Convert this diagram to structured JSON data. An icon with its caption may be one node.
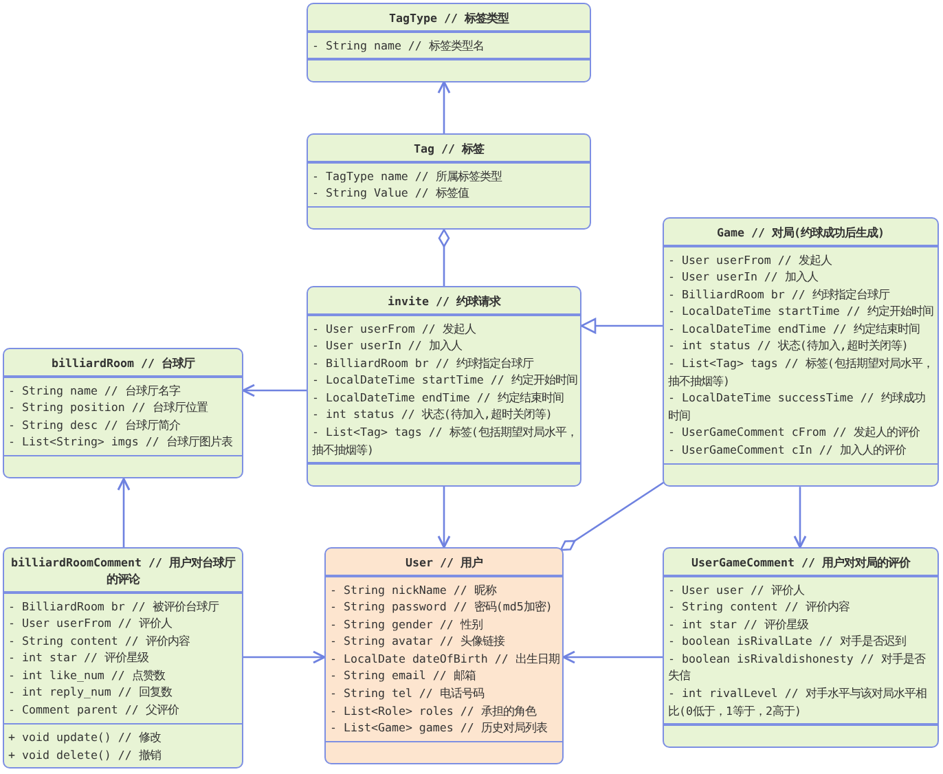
{
  "diagram": {
    "nodes": [
      {
        "text": [
          "TagType // 标签类型",
          "- String name // 标签类型名"
        ]
      },
      {
        "text": [
          "Tag // 标签",
          "- TagType name // 所属标签类型",
          "- String Value // 标签值"
        ]
      },
      {
        "text": [
          "invite // 约球请求",
          "- User userFrom // 发起人",
          "- User userIn // 加入人",
          "- BilliardRoom br // 约球指定台球厅",
          "- LocalDateTime startTime // 约定开始时间",
          "- LocalDateTime endTime // 约定结束时间",
          "- int status // 状态(待加入,超时关闭等)",
          "- List<Tag> tags // 标签(包括期望对局水平，抽不抽烟等)"
        ]
      },
      {
        "text": [
          "Game // 对局(约球成功后生成)",
          "- User userFrom // 发起人",
          "- User userIn // 加入人",
          "- BilliardRoom br // 约球指定台球厅",
          "- LocalDateTime startTime // 约定开始时间",
          "- LocalDateTime endTime // 约定结束时间",
          "- int status // 状态(待加入,超时关闭等)",
          "- List<Tag> tags // 标签(包括期望对局水平，抽不抽烟等)",
          "- LocalDateTime successTime // 约球成功时间",
          "- UserGameComment cFrom // 发起人的评价",
          "- UserGameComment cIn // 加入人的评价"
        ]
      },
      {
        "text": [
          "billiardRoom // 台球厅",
          "- String name // 台球厅名字",
          "- String position // 台球厅位置",
          "- String desc // 台球厅简介",
          "- List<String> imgs // 台球厅图片表"
        ]
      },
      {
        "text": [
          "billiardRoomComment // 用户对台球厅的评论",
          "- BilliardRoom br // 被评价台球厅",
          "- User userFrom // 评价人",
          "- String content // 评价内容",
          "- int star // 评价星级",
          "- int like_num // 点赞数",
          "- int reply_num // 回复数",
          "- Comment parent // 父评价",
          "+ void update() // 修改",
          "+ void delete() // 撤销"
        ]
      },
      {
        "text": [
          "User // 用户",
          "- String nickName // 昵称",
          "- String password // 密码(md5加密)",
          "- String gender // 性别",
          "- String avatar // 头像链接",
          "- LocalDate dateOfBirth // 出生日期",
          "- String email // 邮箱",
          "- String tel // 电话号码",
          "- List<Role> roles // 承担的角色",
          "- List<Game> games // 历史对局列表"
        ]
      },
      {
        "text": [
          "UserGameComment // 用户对对局的评价",
          "- User user // 评价人",
          "- String content // 评价内容",
          "- int star // 评价星级",
          "- boolean isRivalLate // 对手是否迟到",
          "- boolean isRivaldishonesty // 对手是否失信",
          "- int rivalLevel // 对手水平与该对局水平相比(0低于，1等于，2高于)"
        ]
      }
    ],
    "edges": [
      {
        "from": 1,
        "to": 0,
        "arrow": "to"
      },
      {
        "from": 2,
        "to": 1,
        "arrow": "other"
      },
      {
        "from": 3,
        "to": 2,
        "arrow": "to"
      },
      {
        "from": 2,
        "to": 4,
        "arrow": "to"
      },
      {
        "from": 2,
        "to": 6,
        "arrow": "to"
      },
      {
        "from": 3,
        "to": 6,
        "arrow": "other"
      },
      {
        "from": 3,
        "to": 7,
        "arrow": "to"
      },
      {
        "from": 5,
        "to": 4,
        "arrow": "to"
      },
      {
        "from": 5,
        "to": 6,
        "arrow": "to"
      },
      {
        "from": 7,
        "to": 6,
        "arrow": "to"
      }
    ]
  }
}
